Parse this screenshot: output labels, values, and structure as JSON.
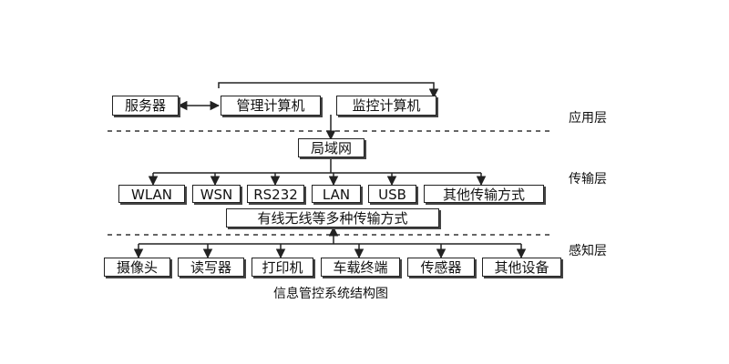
{
  "layers": {
    "application": "应用层",
    "transport": "传输层",
    "perception": "感知层"
  },
  "app_nodes": {
    "server": "服务器",
    "management_computer": "管理计算机",
    "monitoring_computer": "监控计算机"
  },
  "lan": "局域网",
  "transport_nodes": [
    "WLAN",
    "WSN",
    "RS232",
    "LAN",
    "USB",
    "其他传输方式"
  ],
  "transport_summary": "有线无线等多种传输方式",
  "perception_nodes": [
    "摄像头",
    "读写器",
    "打印机",
    "车载终端",
    "传感器",
    "其他设备"
  ],
  "caption": "信息管控系统结构图"
}
